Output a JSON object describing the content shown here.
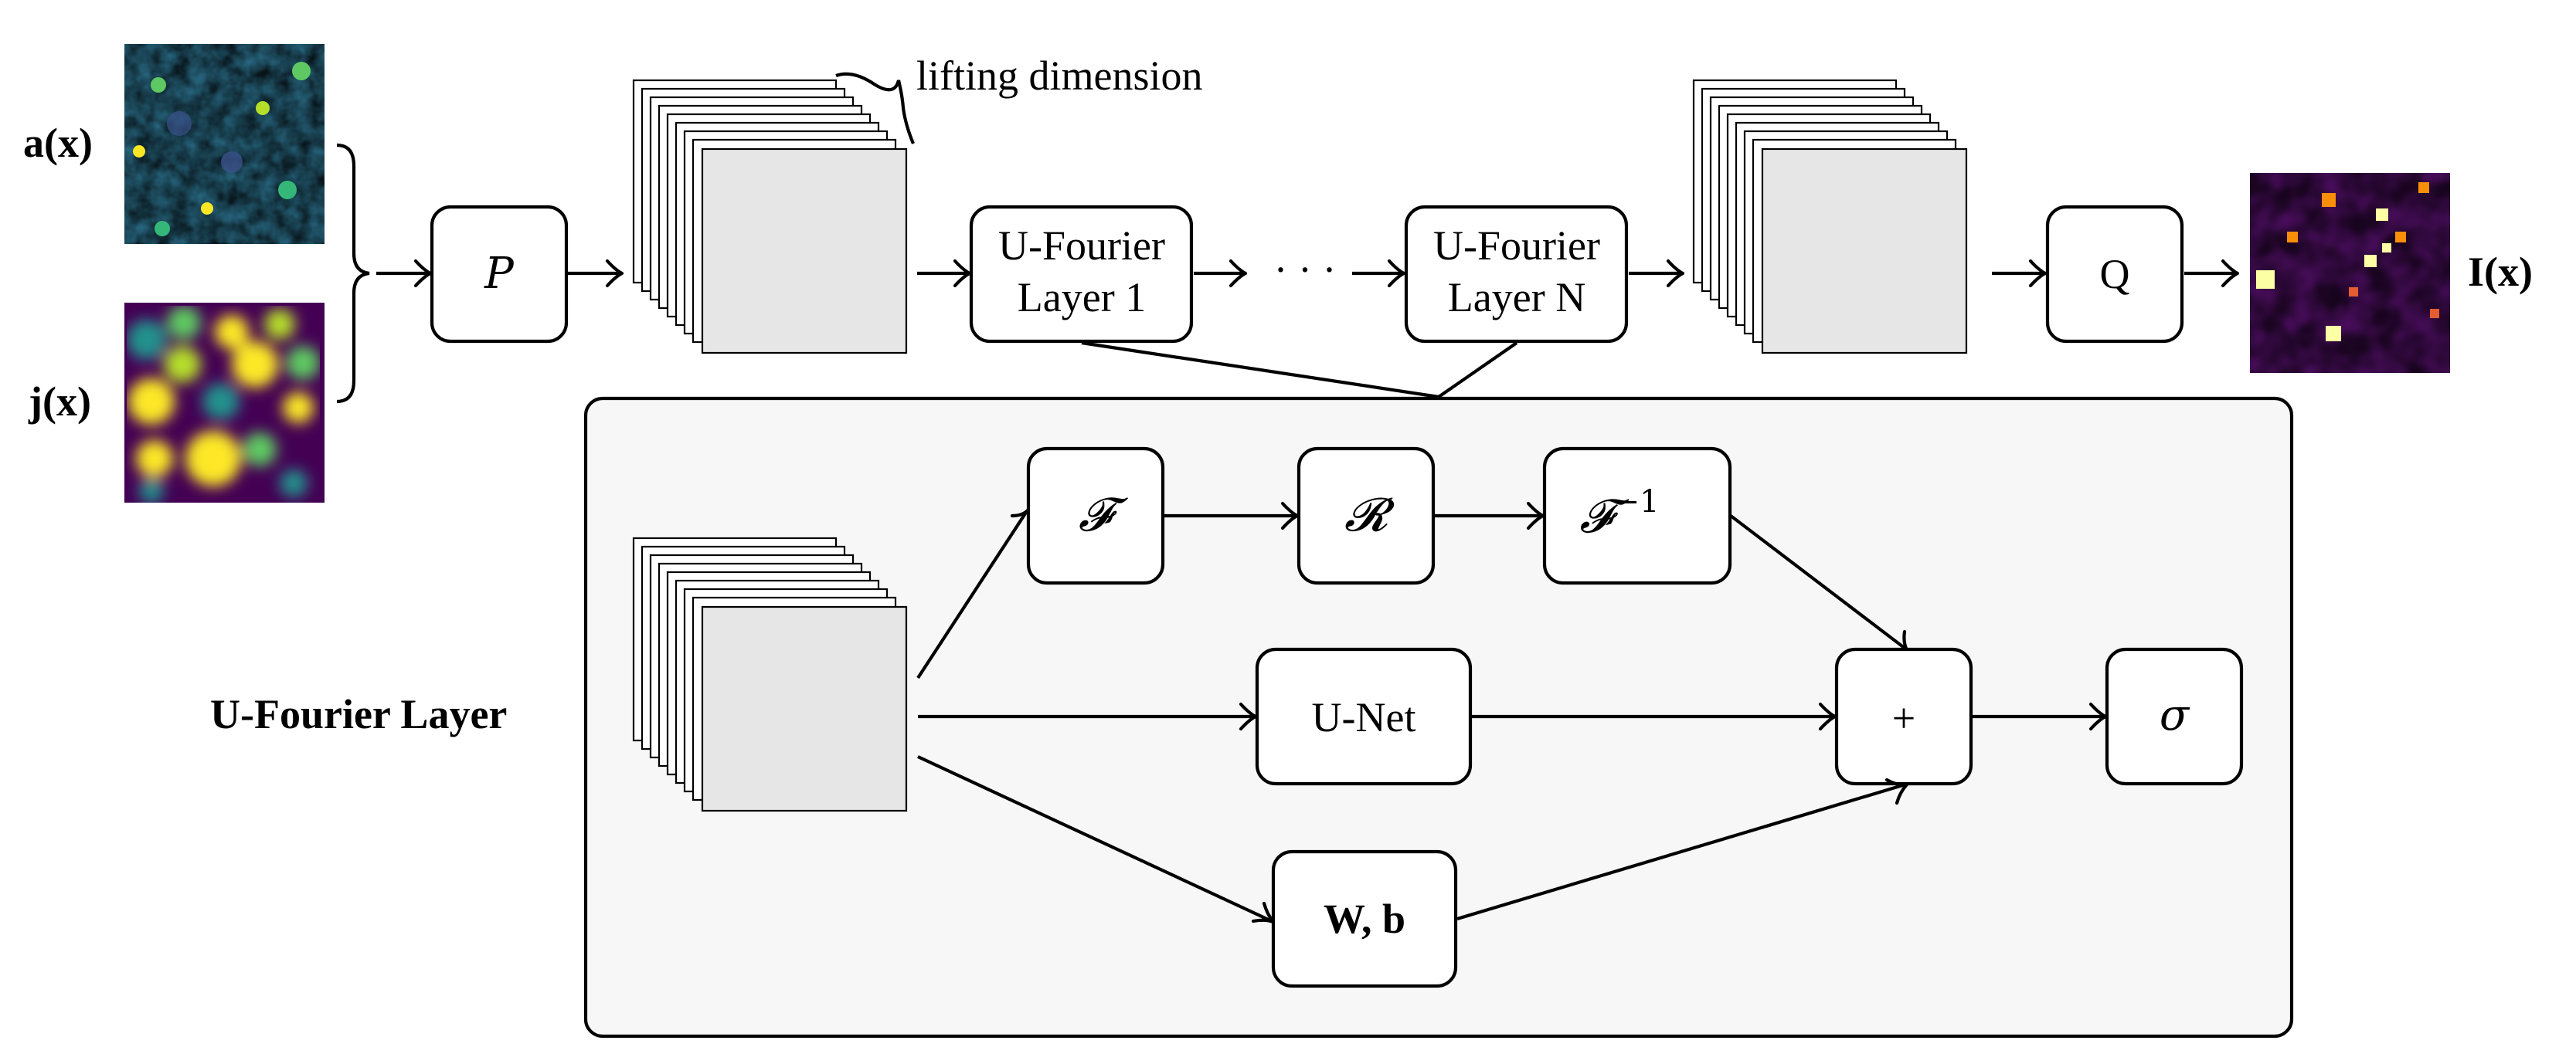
{
  "inputs": {
    "a_label": "a(x)",
    "j_label": "j(x)"
  },
  "output": {
    "label": "I(x)"
  },
  "top_pipeline": {
    "p_label": "P",
    "layer1_line1": "U-Fourier",
    "layer1_line2": "Layer 1",
    "ellipsis": "· · ·",
    "layerN_line1": "U-Fourier",
    "layerN_line2": "Layer N",
    "q_label": "Q",
    "lifting_label": "lifting dimension"
  },
  "detail": {
    "title": "U-Fourier Layer",
    "fourier": "𝓕",
    "spectral": "𝓡",
    "inverse_fourier": "𝓕",
    "inverse_exponent": "−1",
    "unet": "U-Net",
    "sum": "+",
    "activation": "σ",
    "linear": "W, b"
  },
  "colors": {
    "panel_fill": "#f7f7f7",
    "sheet_front": "#e6e6e6",
    "viridis_dark": "#440154",
    "viridis_mid": "#21918c",
    "viridis_bright": "#fde725",
    "inferno_dark": "#3b0f70",
    "inferno_mid": "#b73779",
    "inferno_bright": "#fcfdbf"
  }
}
